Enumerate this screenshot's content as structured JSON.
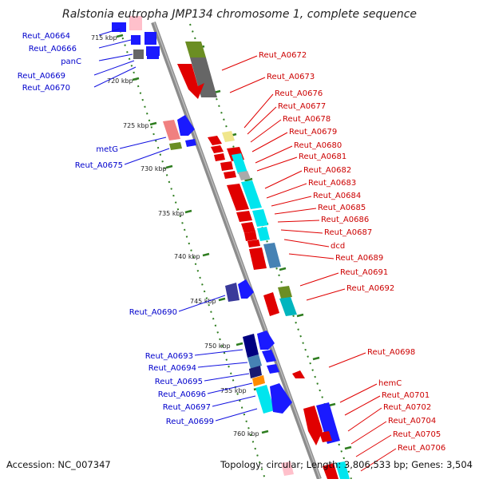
{
  "title": "Ralstonia eutropha JMP134 chromosome 1, complete sequence",
  "accession": "Accession: NC_007347",
  "topology": "Topology: circular; Length: 3,806,533 bp; Genes: 3,504",
  "ticks": [
    "715 kbp",
    "720 kbp",
    "725 kbp",
    "730 kbp",
    "735 kbp",
    "740 kbp",
    "745 kbp",
    "750 kbp",
    "755 kbp",
    "760 kbp"
  ],
  "left_labels": [
    "Reut_A0664",
    "Reut_A0666",
    "panC",
    "Reut_A0669",
    "Reut_A0670",
    "metG",
    "Reut_A0675",
    "Reut_A0690",
    "Reut_A0693",
    "Reut_A0694",
    "Reut_A0695",
    "Reut_A0696",
    "Reut_A0697",
    "Reut_A0699"
  ],
  "right_labels": [
    "Reut_A0672",
    "Reut_A0673",
    "Reut_A0676",
    "Reut_A0677",
    "Reut_A0678",
    "Reut_A0679",
    "Reut_A0680",
    "Reut_A0681",
    "Reut_A0682",
    "Reut_A0683",
    "Reut_A0684",
    "Reut_A0685",
    "Reut_A0686",
    "Reut_A0687",
    "dcd",
    "Reut_A0689",
    "Reut_A0691",
    "Reut_A0692",
    "Reut_A0698",
    "hemC",
    "Reut_A0701",
    "Reut_A0702",
    "Reut_A0704",
    "Reut_A0705",
    "Reut_A0706"
  ],
  "colors": {
    "backbone": "#8c8c8c",
    "tick": "#2e7d1f",
    "forward": "#e00000",
    "reverse": "#1010e0",
    "label_red": "#cc0000",
    "label_blue": "#0000cc"
  }
}
